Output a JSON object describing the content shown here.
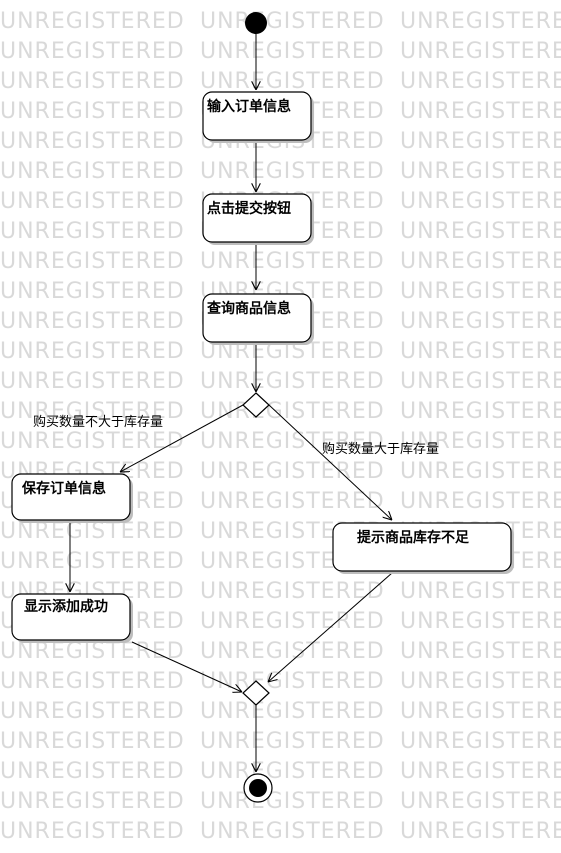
{
  "watermark": "UNREGISTERED",
  "nodes": {
    "input_order": "输入订单信息",
    "click_submit": "点击提交按钮",
    "query_product": "查询商品信息",
    "save_order": "保存订单信息",
    "show_success": "显示添加成功",
    "show_insufficient": "提示商品库存不足"
  },
  "guards": {
    "not_exceed": "购买数量不大于库存量",
    "exceed": "购买数量大于库存量"
  }
}
